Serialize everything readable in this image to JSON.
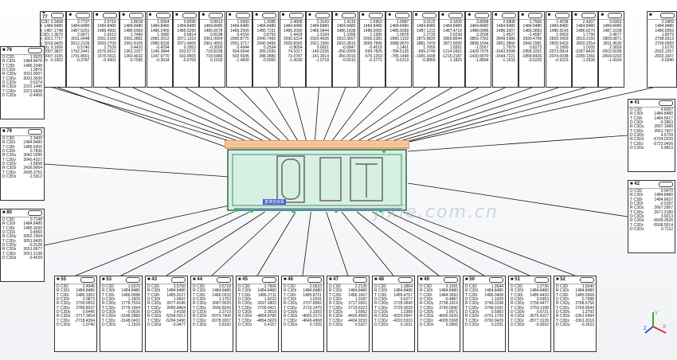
{
  "watermark": "jixie.com.cn",
  "part_label": "基准坐标系",
  "top_boxes": [
    {
      "title": "77",
      "values": [
        "2.3408",
        "1484.8480",
        "1487.1748",
        "1.3670",
        "3021.7727",
        "3019.9425",
        "0.1656",
        "2007.3837",
        "2007.1935",
        "-0.1902"
      ]
    },
    {
      "title": "",
      "values": [
        "2.7737",
        "1484.8480",
        "1487.5251",
        "2.6871",
        "3011.6448",
        "3012.2109",
        "0.5740",
        "1792.2441",
        "1791.8661",
        "-0.3787"
      ]
    },
    {
      "title": "",
      "values": [
        "2.5716",
        "1484.8480",
        "1486.4992",
        "1.6513",
        "3001.5169",
        "3003.2709",
        "1.7539",
        "1576.9612",
        "1576.5611",
        "-0.4001"
      ]
    },
    {
      "title": "",
      "values": [
        "1.8618",
        "1484.8480",
        "1486.5969",
        "1.7490",
        "2991.3891",
        "2991.8105",
        "0.4410",
        "1361.2227",
        "1360.4632",
        "-0.7595"
      ]
    },
    {
      "title": "",
      "values": [
        "1.5064",
        "1484.8480",
        "1486.2460",
        "1.3980",
        "2981.2612",
        "2980.8318",
        "-0.4294",
        "1145.3844",
        "1147.9770",
        "-0.3634"
      ]
    },
    {
      "title": "",
      "values": [
        "0.8295",
        "1484.8480",
        "1485.5295",
        "0.6814",
        "2971.1333",
        "2971.4006",
        "0.3953",
        "933.5771",
        "932.8505",
        "-0.6706"
      ]
    },
    {
      "title": "",
      "values": [
        "0.8913",
        "1484.8480",
        "1485.6678",
        "0.8198",
        "2961.0054",
        "2961.4563",
        "-0.3000",
        "718.8158",
        "718.5489",
        "0.1633"
      ]
    },
    {
      "title": "",
      "values": [
        "1.5950",
        "1484.8480",
        "1485.2500",
        "0.4150",
        "2950.8775",
        "2951.3717",
        "0.4944",
        "504.0544",
        "502.5945",
        "-1.4600"
      ]
    },
    {
      "title": "",
      "values": [
        "1.3095",
        "1484.8480",
        "1485.7231",
        "0.8750",
        "2940.7493",
        "2940.9495",
        "0.2594",
        "289.2930",
        "288.3880",
        "-0.9050"
      ]
    },
    {
      "title": "",
      "values": [
        "2.4608",
        "1484.8480",
        "1486.2090",
        "1.4418",
        "2930.6214",
        "2929.8360",
        "-0.8054",
        "74.5317",
        "73.0787",
        "-1.4530"
      ]
    },
    {
      "title": "",
      "values": [
        "2.3143",
        "1484.8480",
        "1486.0644",
        "1.2164",
        "2920.4935",
        "2921.1566",
        "0.6651",
        "-140.2295",
        "-141.3014",
        "-1.0718"
      ]
    },
    {
      "title": "",
      "values": [
        "1.4116",
        "1484.8480",
        "1486.1838",
        "1.3358",
        "2910.3657",
        "2910.2810",
        "-0.0847",
        "-356.0009",
        "-356.0019",
        "-0.0010"
      ]
    },
    {
      "title": "",
      "values": [
        "1.6953",
        "1484.8480",
        "1486.0065",
        "1.1585",
        "2900.2381",
        "2899.7840",
        "-0.4518",
        "-569.7825",
        "-570.1253",
        "-0.3771"
      ]
    },
    {
      "title": "",
      "values": [
        "1.9587",
        "1484.8480",
        "1485.9358",
        "1.0878",
        "2890.1102",
        "2888.9670",
        "1.1401",
        "-784.5135",
        "-785.1448",
        "-0.6313"
      ]
    },
    {
      "title": "",
      "values": [
        "3.0122",
        "1484.8480",
        "1487.1213",
        "2.2733",
        "2879.9820",
        "2881.7479",
        "1.7659",
        "-999.2749",
        "-1000.1608",
        "-0.8859"
      ]
    },
    {
      "title": "",
      "values": [
        "3.3200",
        "1484.8480",
        "1487.4718",
        "2.6238",
        "2869.8544",
        "2871.5095",
        "1.6551",
        "-1214.0361",
        "-1215.2187",
        "-1.1825"
      ]
    },
    {
      "title": "",
      "values": [
        "3.8058",
        "1484.8480",
        "1488.0986",
        "3.2506",
        "2859.7262",
        "2858.1694",
        "-1.5567",
        "-1428.7976",
        "-1430.6870",
        "-1.8894"
      ]
    },
    {
      "title": "",
      "values": [
        "2.5808",
        "1484.8480",
        "1486.3007",
        "1.4527",
        "2849.5986",
        "2851.3866",
        "1.7879",
        "-1643.5588",
        "-1644.7221",
        "-1.1633"
      ]
    },
    {
      "title": "",
      "values": [
        "1.7566",
        "1484.8480",
        "1483.3893",
        "-1.4587",
        "2839.4706",
        "2840.2981",
        "0.8273",
        "-1858.3201",
        "-1858.8426",
        "-0.5225"
      ]
    },
    {
      "title": "",
      "values": [
        "1.4238",
        "1484.8480",
        "1485.9143",
        "1.0663",
        "2829.3429",
        "2829.5419",
        "0.1990",
        "-2073.0814",
        "-2074.0038",
        "-0.9223"
      ]
    },
    {
      "title": "",
      "values": [
        "2.4207",
        "1484.8480",
        "1486.6270",
        "1.7790",
        "2819.2150",
        "2820.2254",
        "1.0105",
        "-2287.8426",
        "-2289.1366",
        "-1.2938"
      ]
    },
    {
      "title": "",
      "values": [
        "3.6953",
        "1484.8480",
        "1487.3158",
        "2.4677",
        "2809.0871",
        "2811.4530",
        "2.3659",
        "-2502.6039",
        "-2504.0203",
        "-1.4164"
      ]
    }
  ],
  "top_labels": [
    "D C3D",
    "R C3Di",
    "T C3Di",
    "D C3Di",
    "R C3Dy",
    "T C3Dy",
    "D C3Dy",
    "R C3Dz",
    "T C3Dz",
    "D C3Dz"
  ],
  "left_boxes": [
    {
      "title": "78",
      "values": [
        "1.5529",
        "1484.8478",
        "1486.2348",
        "1.3870",
        "3031.9007",
        "3031.3630",
        "0.5374",
        "2222.1445",
        "2221.6508",
        "-0.4459"
      ]
    },
    {
      "title": "79",
      "values": [
        "2.3400",
        "1484.8480",
        "1485.6305",
        "0.7835",
        "3042.0285",
        "3040.4327",
        "-1.5958",
        "2436.9064",
        "2435.3752",
        "-1.5312"
      ]
    },
    {
      "title": "80",
      "values": [
        "0.7148",
        "1484.8480",
        "1485.3030",
        "0.4550",
        "3052.1564",
        "3051.8435",
        "-0.3128",
        "2651.6677",
        "2651.2138",
        "-0.4539"
      ]
    }
  ],
  "right_boxes": [
    {
      "title": "41",
      "values": [
        "4.6067",
        "1484.8480",
        "1484.5617",
        "-0.2863",
        "2657.1689",
        "2661.7427",
        "4.5739",
        "-5724.0239",
        "-5723.0426",
        "0.9813"
      ]
    },
    {
      "title": "42",
      "values": [
        "0.0470",
        "1484.8480",
        "1484.6637",
        "-0.0187",
        "2667.2967",
        "2671.2180",
        "3.9213",
        "-5509.2626",
        "-5508.5514",
        "0.7112"
      ]
    }
  ],
  "side_labels": [
    "D C3D",
    "R C3Di",
    "T C3Di",
    "D C3Di",
    "R C3Dy",
    "T C3Dy",
    "D C3Dy",
    "R C3Dz",
    "T C3Dz",
    "D C3Dz"
  ],
  "bottom_boxes": [
    {
      "title": "55",
      "values": [
        "2.4946",
        "1484.8480",
        "1486.3352",
        "2.0873",
        "2790.9552",
        "2789.8037",
        "0.6445",
        "-2717.3654",
        "-2718.4394",
        "-1.0740"
      ]
    },
    {
      "title": "53",
      "values": [
        "1.6370",
        "1484.8480",
        "1486.0088",
        "1.1609",
        "2778.7024",
        "2778.1994",
        "-0.0530",
        "-3148.2889",
        "-3148.0410",
        "-1.1529"
      ]
    },
    {
      "title": "43",
      "values": [
        "3.5750",
        "1484.8480",
        "1485.9127",
        "1.0647",
        "2677.4245",
        "2680.8404",
        "3.4158",
        "-5294.5013",
        "-5294.5490",
        "-0.0477"
      ]
    },
    {
      "title": "44",
      "values": [
        "3.5718",
        "1484.8480",
        "1486.0233",
        "1.1753",
        "2687.5525",
        "2690.8243",
        "3.2719",
        "-5079.7400",
        "-5078.9207",
        "0.8192"
      ]
    },
    {
      "title": "45",
      "values": [
        "2.7606",
        "1484.8480",
        "1486.2711",
        "1.4232",
        "2697.6803",
        "2700.0421",
        "2.3618",
        "-4864.9786",
        "-4864.5629",
        "0.4157"
      ]
    },
    {
      "title": "46",
      "values": [
        "2.6533",
        "1484.8480",
        "1485.8721",
        "1.0241",
        "2707.8082",
        "2710.1475",
        "2.3393",
        "-4650.2173",
        "-4649.4968",
        "0.7205"
      ]
    },
    {
      "title": "47",
      "values": [
        "2.2135",
        "1484.8480",
        "1486.1667",
        "1.3187",
        "2717.9361",
        "2719.6323",
        "1.6962",
        "-4435.4560",
        "-4434.9233",
        "0.5327"
      ]
    },
    {
      "title": "48",
      "values": [
        "1.3964",
        "1484.8480",
        "1485.4757",
        "0.6277",
        "2728.0640",
        "2729.3029",
        "1.2389",
        "-4220.6947",
        "-4220.5315",
        "0.1631"
      ]
    },
    {
      "title": "49",
      "values": [
        "2.1091",
        "1484.8480",
        "1484.3593",
        "-0.4887",
        "2738.1919",
        "2740.0990",
        "1.9071",
        "-4005.9333",
        "-4005.5368",
        "0.3965"
      ]
    },
    {
      "title": "50",
      "values": [
        "1.2644",
        "1484.8480",
        "1486.0408",
        "1.1928",
        "2748.3198",
        "2748.9181",
        "0.5983",
        "-3791.1720",
        "-3790.9429",
        "0.2291"
      ]
    },
    {
      "title": "51",
      "values": [
        "1.2736",
        "1484.8480",
        "1485.4433",
        "0.5953",
        "2758.4477",
        "2759.1198",
        "0.6721",
        "-3576.4107",
        "-3577.3139",
        "-0.9032"
      ]
    },
    {
      "title": "52",
      "values": [
        "1.6540",
        "1484.8480",
        "1485.5568",
        "0.7088",
        "2768.5756",
        "2769.9549",
        "1.3793",
        "-3361.6494",
        "-3361.8116",
        "-0.2623"
      ]
    }
  ],
  "right_partial": {
    "values": [
      "2.2409",
      "1484.8480",
      "1486.6559",
      "1.8079",
      "2798.9313",
      "2799.6583",
      "1.6170",
      "-2932.1267",
      "-2932.1607",
      "-0.0340"
    ]
  },
  "axis": {
    "x": "X",
    "y": "Y",
    "z": "Z",
    "x_color": "#e03030",
    "y_color": "#30b030",
    "z_color": "#3050e0"
  }
}
